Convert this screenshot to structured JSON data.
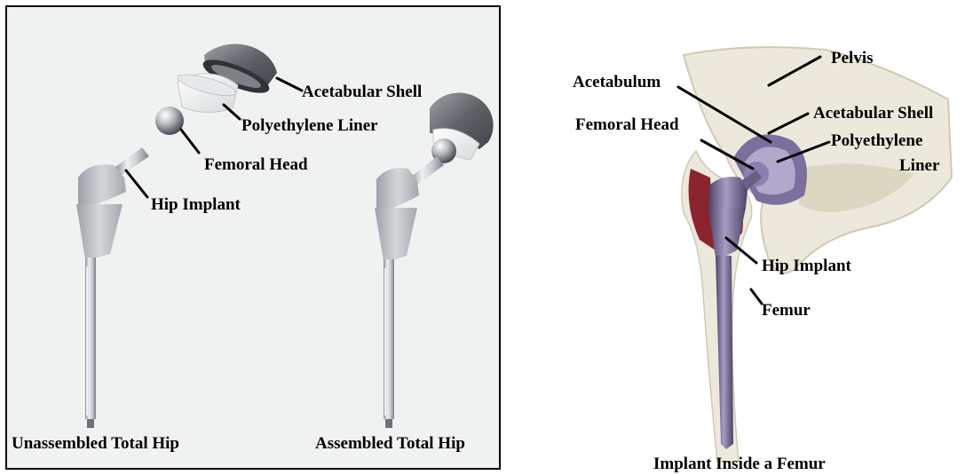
{
  "left_panel": {
    "labels": {
      "acetabular_shell": "Acetabular Shell",
      "polyethylene_liner": "Polyethylene Liner",
      "femoral_head": "Femoral Head",
      "hip_implant": "Hip Implant",
      "unassembled": "Unassembled Total Hip",
      "assembled": "Assembled Total Hip"
    }
  },
  "right_panel": {
    "labels": {
      "pelvis": "Pelvis",
      "acetabulum": "Acetabulum",
      "acetabular_shell": "Acetabular Shell",
      "femoral_head": "Femoral Head",
      "polyethylene_line1": "Polyethylene",
      "polyethylene_line2": "Liner",
      "hip_implant": "Hip Implant",
      "femur": "Femur",
      "caption": "Implant Inside a Femur"
    }
  },
  "colors": {
    "panel_bg": "#f0f1f1",
    "metal_dark": "#5a5d62",
    "metal_light": "#d9dcdf",
    "stem_grey": "#b8bcc0",
    "bone": "#ece9dc",
    "bone_shadow": "#cfcab4",
    "implant_purple": "#6b5d86",
    "liner_purple": "#9a8fb8",
    "cartilage_red": "#8a2530"
  }
}
